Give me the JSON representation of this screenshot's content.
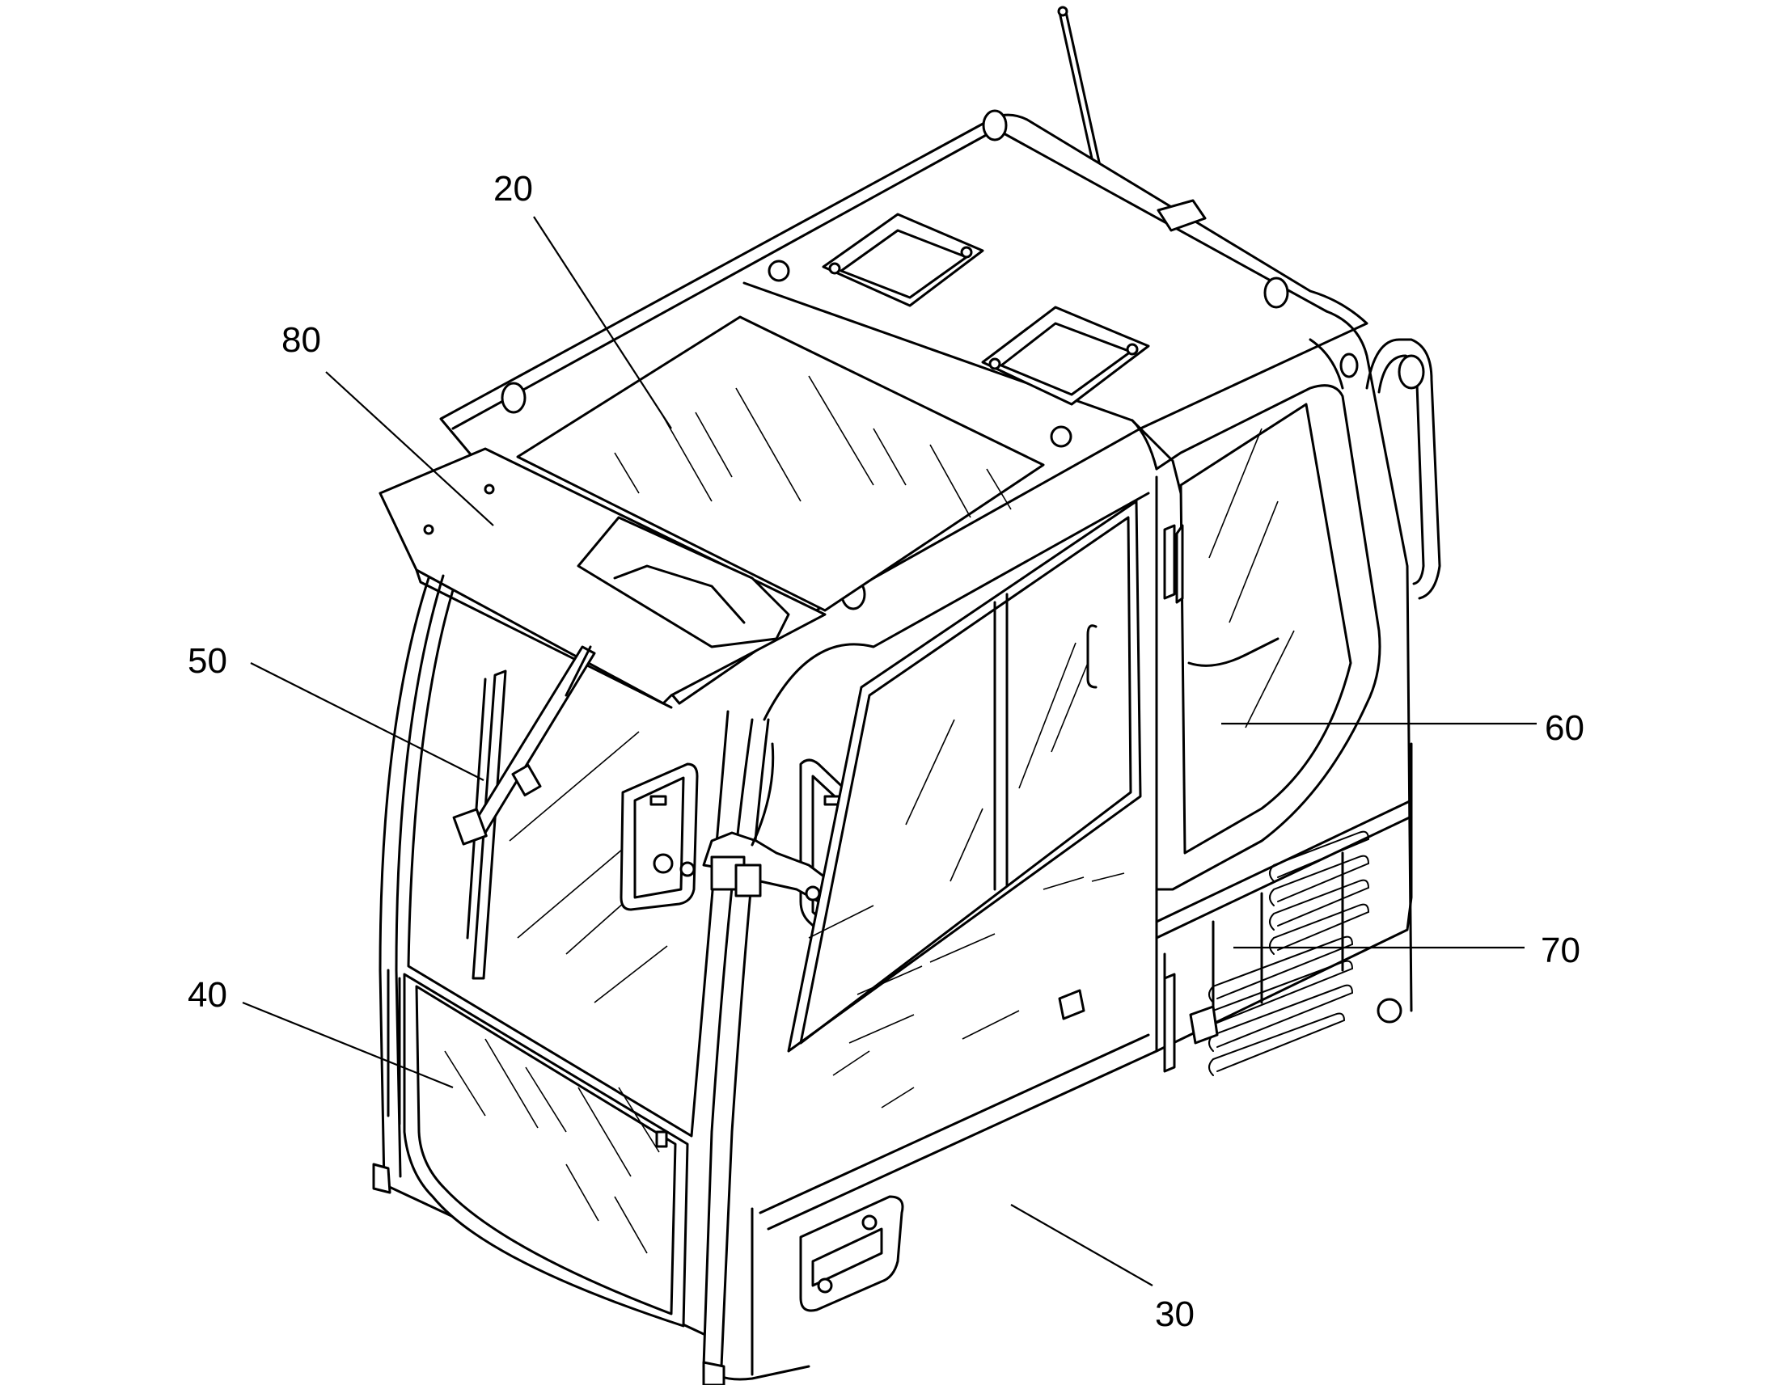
{
  "figure": {
    "callouts": [
      {
        "id": "c20",
        "label": "20"
      },
      {
        "id": "c80",
        "label": "80"
      },
      {
        "id": "c50",
        "label": "50"
      },
      {
        "id": "c60",
        "label": "60"
      },
      {
        "id": "c70",
        "label": "70"
      },
      {
        "id": "c40",
        "label": "40"
      },
      {
        "id": "c30",
        "label": "30"
      }
    ]
  }
}
